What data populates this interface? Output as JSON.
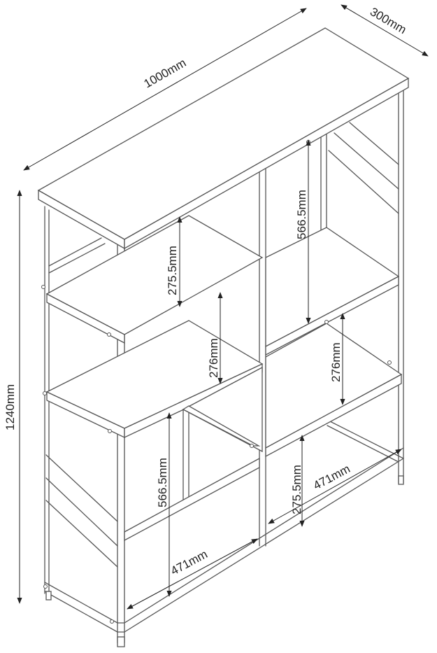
{
  "dimensions": {
    "width": "1000mm",
    "depth": "300mm",
    "height": "1240mm",
    "left_upper_gap": "275.5mm",
    "left_middle_gap": "276mm",
    "left_lower_gap": "566.5mm",
    "left_bottom_width": "471mm",
    "right_upper_gap": "566.5mm",
    "right_middle_gap": "276mm",
    "right_lower_gap": "275.5mm",
    "right_bottom_width": "471mm"
  },
  "colors": {
    "line": "#555555",
    "dimension": "#222222",
    "background": "#ffffff"
  }
}
